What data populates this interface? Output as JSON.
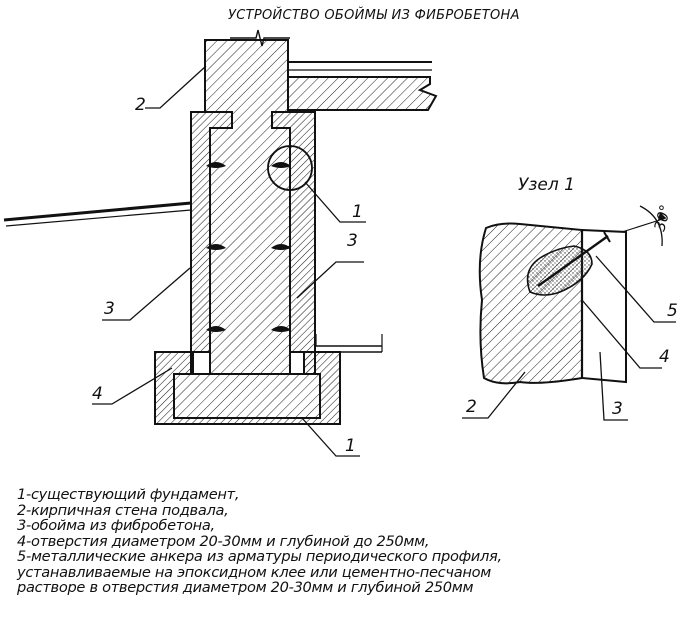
{
  "title": "УСТРОЙСТВО ОБОЙМЫ ИЗ ФИБРОБЕТОНА",
  "detail_title": "Узел 1",
  "angle_label": "30°",
  "callouts": {
    "main": [
      "2",
      "1",
      "3",
      "3",
      "4",
      "1"
    ],
    "detail": [
      "5",
      "4",
      "2",
      "3"
    ]
  },
  "legend": [
    "1-существующий фундамент,",
    "2-кирпичная стена подвала,",
    "3-обойма из фибробетона,",
    "4-отверстия диаметром 20-30мм и глубиной до 250мм,",
    "5-металлические анкера из арматуры периодического профиля,",
    "устанавливаемые на эпоксидном клее или цементно-песчаном",
    "растворе в отверстия диаметром 20-30мм и глубиной 250мм"
  ]
}
